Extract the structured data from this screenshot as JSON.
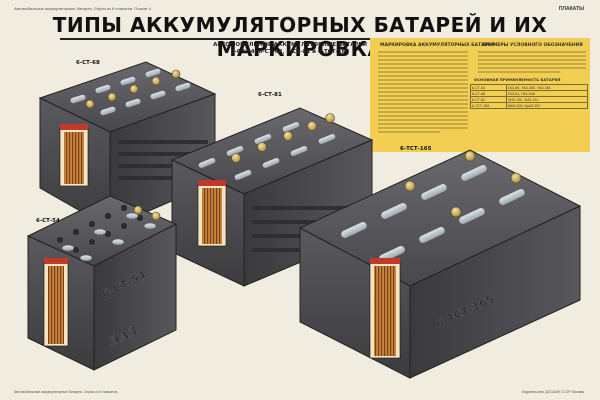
{
  "header": {
    "top_info": "Автомобильные аккумуляторные батареи. Серия из 6 плакатов. Плакат 4",
    "top_right": "ПЛАКАТЫ",
    "title": "ТИПЫ АККУМУЛЯТОРНЫХ БАТАРЕЙ И ИХ МАРКИРОВКА",
    "subtitle_line1": "АВТОМОБИЛЬНЫЕ АККУМУЛЯТОРНЫЕ БАТАРЕИ",
    "subtitle_line2": "6-СТ-54, 6-СТ-68, 6-СТ-81 и 6-ТСТ-165"
  },
  "batteries": [
    {
      "label": "6-СТ-68"
    },
    {
      "label": "6-СТ-81"
    },
    {
      "label": "6-СТ-54"
    },
    {
      "label": "6-ТСТ-165"
    }
  ],
  "casing_marks": {
    "small": "6-СТ-54",
    "small_logo": "ЛАЗ",
    "large": "6-ТСТ-165"
  },
  "info_panel": {
    "left_heading": "МАРКИРОВКА АККУМУЛЯТОРНЫХ БАТАРЕЙ",
    "right_heading": "ПРИМЕРЫ УСЛОВНОГО ОБОЗНАЧЕНИЯ",
    "table_heading": "ОСНОВНАЯ ПРИМЕНЯЕМОСТЬ БАТАРЕЙ",
    "table_rows": [
      [
        "6-СТ-54",
        "ГАЗ-69, УАЗ-450, УАЗ-451"
      ],
      [
        "6-СТ-68",
        "ГАЗ-51, ГАЗ-53А"
      ],
      [
        "6-СТ-81",
        "ЗИЛ-130, ЗИЛ-131"
      ],
      [
        "6-ТСТ-165",
        "МАЗ-500, КрАЗ-257"
      ]
    ]
  },
  "footer": {
    "left": "Автомобильные аккумуляторные батареи. Серия из 6 плакатов.",
    "right": "Издательство ДОСААФ СССР. Москва"
  },
  "colors": {
    "background": "#f1ece0",
    "panel": "#f2cf52",
    "casing": "#4a4a4d",
    "terminal": "#d8bb6a"
  }
}
